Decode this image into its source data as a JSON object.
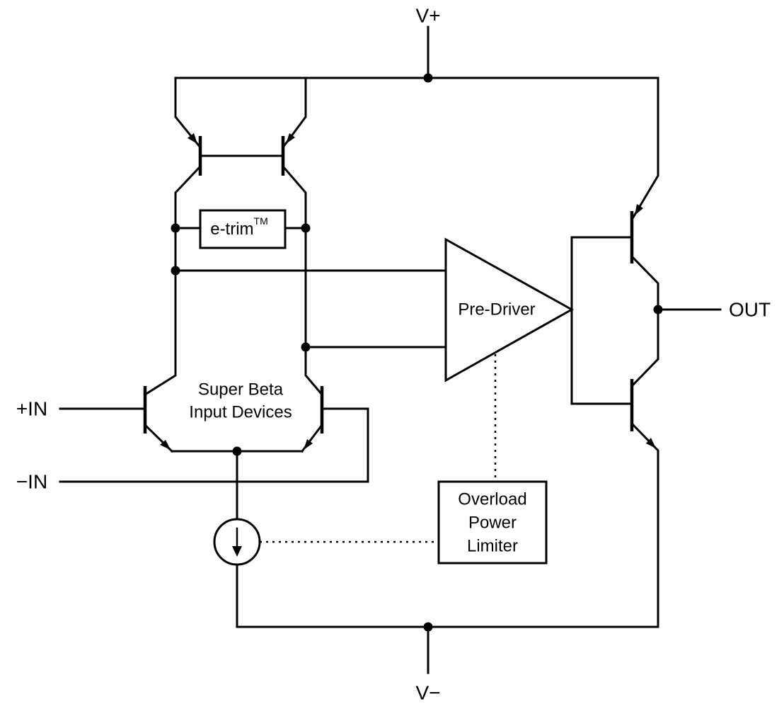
{
  "diagram": {
    "type": "op-amp-internal-block-schematic",
    "colors": {
      "line": "#000000",
      "background": "#ffffff"
    },
    "ports": {
      "v_plus": "V+",
      "v_minus": "V−",
      "in_plus": "+IN",
      "in_minus": "−IN",
      "out": "OUT"
    },
    "etrim": {
      "label": "e-trim",
      "superscript": "TM"
    },
    "input_stage": {
      "line1": "Super Beta",
      "line2": "Input Devices"
    },
    "predriver": {
      "label": "Pre-Driver"
    },
    "overload_limiter": {
      "line1": "Overload",
      "line2": "Power",
      "line3": "Limiter"
    }
  }
}
